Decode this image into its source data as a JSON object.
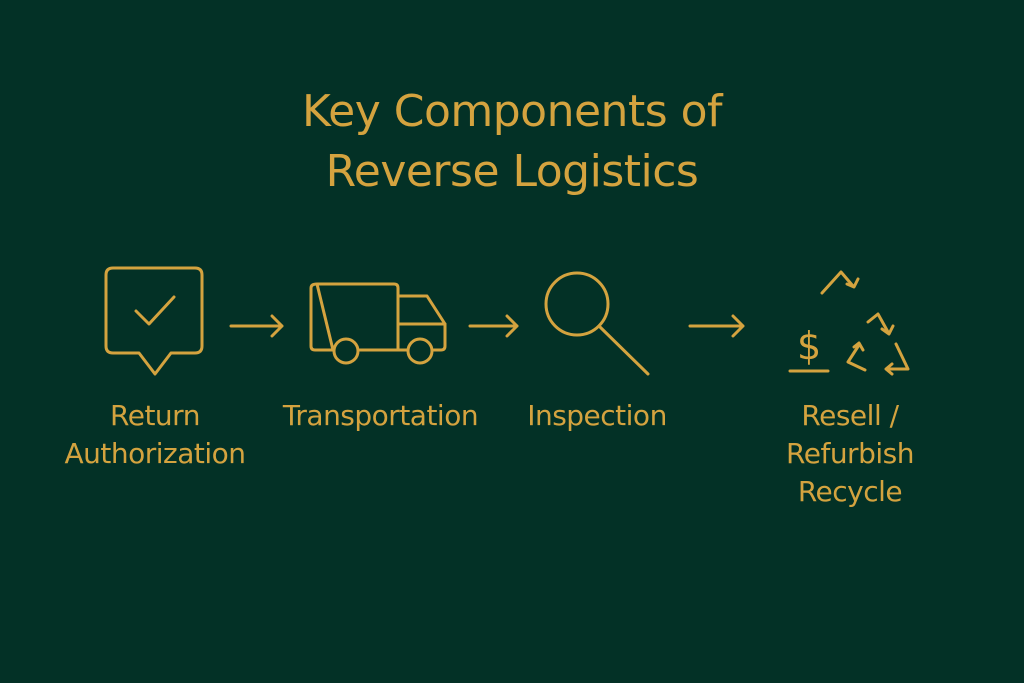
{
  "title": {
    "line1": "Key Components of",
    "line2": "Reverse Logistics"
  },
  "accent_color": "#D4A33F",
  "background_color": "#033126",
  "steps": [
    {
      "icon": "shield-check-icon",
      "label_lines": [
        "Return",
        "Authorization"
      ]
    },
    {
      "icon": "truck-icon",
      "label_lines": [
        "Transportation"
      ]
    },
    {
      "icon": "magnifier-icon",
      "label_lines": [
        "Inspection"
      ]
    },
    {
      "icon": "recycle-dollar-icon",
      "label_lines": [
        "Resell /",
        "Refurbish",
        "Recycle"
      ]
    }
  ],
  "dollar_glyph": "$"
}
